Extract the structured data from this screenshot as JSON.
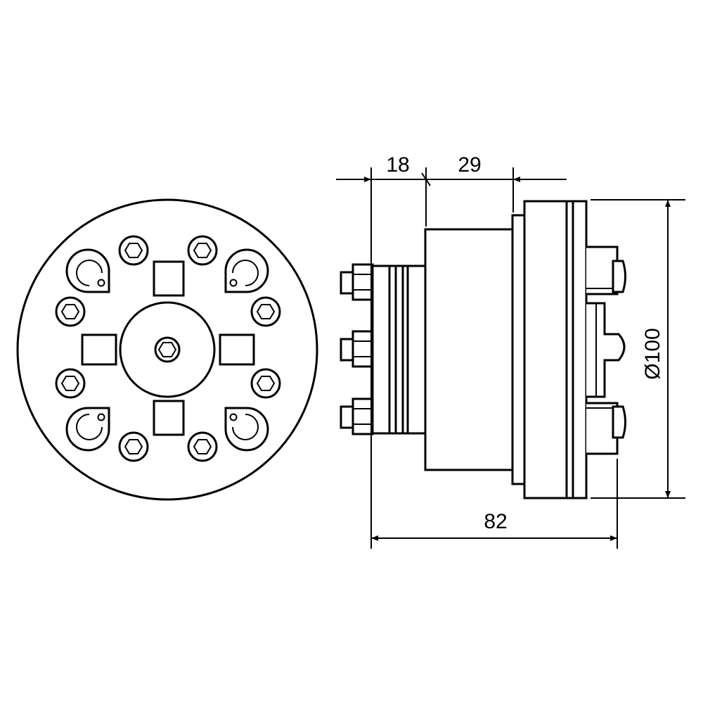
{
  "drawing": {
    "dimensions": {
      "d18": "18",
      "d29": "29",
      "d82": "82",
      "d100": "Ø100"
    },
    "colors": {
      "line": "#000000",
      "background": "#ffffff"
    }
  }
}
